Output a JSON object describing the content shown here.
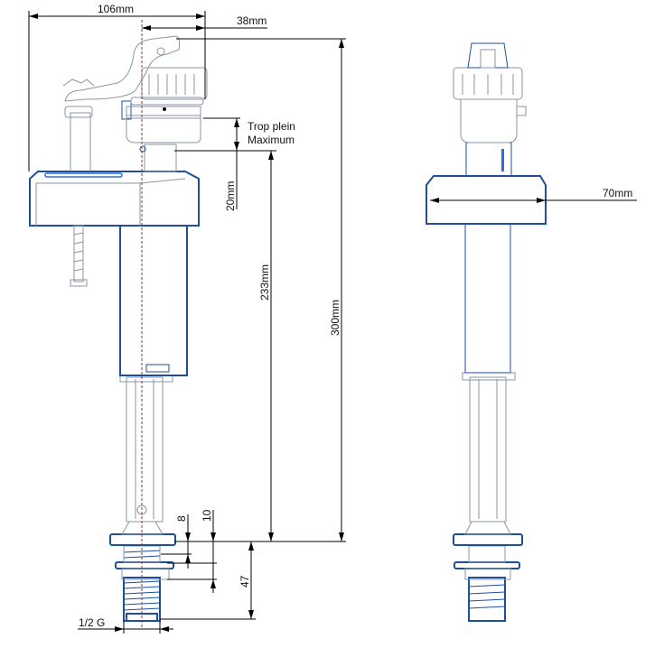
{
  "dimensions": {
    "total_width": "106mm",
    "axis_to_edge": "38mm",
    "overflow_label_line1": "Trop plein",
    "overflow_label_line2": "Maximum",
    "overflow_gap": "20mm",
    "min_height": "233mm",
    "max_height": "300mm",
    "cover_width": "70mm",
    "dim_8": "8",
    "dim_10": "10",
    "dim_47": "47",
    "thread": "1/2 G"
  },
  "colors": {
    "outline": "#1d4f9a",
    "detail": "#8a93a5",
    "highlight": "#2a6fe0"
  }
}
